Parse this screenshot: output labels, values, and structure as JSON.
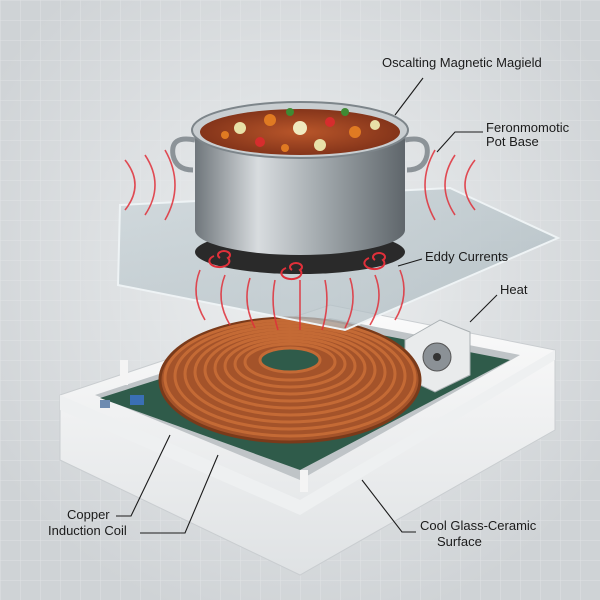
{
  "labels": {
    "magnetic_field": "Oscalting Magnetic Magield",
    "pot_base_line1": "Feronmomotic",
    "pot_base_line2": "Pot Base",
    "eddy_currents": "Eddy Currents",
    "heat": "Heat",
    "coil_line1": "Copper",
    "coil_line2": "Induction Coil",
    "surface_line1": "Cool Glass-Ceramic",
    "surface_line2": "Surface"
  },
  "colors": {
    "background": "#d6d9db",
    "copper": "#c46a35",
    "field_red": "#e0303a",
    "glass": "#b9c6cc",
    "steel": "#9aa1a6"
  }
}
